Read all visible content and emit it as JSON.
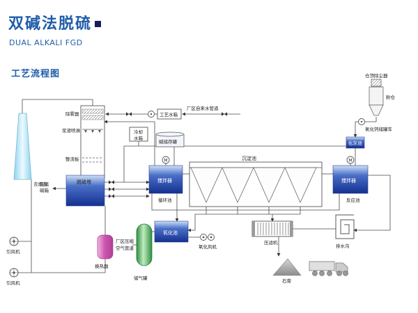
{
  "header": {
    "title": "双碱法脱硫",
    "subtitle": "DUAL ALKALI FGD",
    "section": "工艺流程图"
  },
  "colors": {
    "accent_blue": "#1f5ca9",
    "title_square": "#151d5e",
    "tank_blue_dark": "#14308f",
    "tank_blue_light": "#cfe0f5",
    "chimney_blue": "#8fd4ef",
    "heat_exchanger_pink": "#cf58b0",
    "gas_tank_green": "#2f8f3f",
    "gypsum_gray": "#8c8c8c",
    "pipe_gray": "#4a4a4a"
  },
  "labels": {
    "chimney": "去烟囱",
    "demister": "除雾器",
    "spray": "浆液喷淋",
    "rectifier": "整流板",
    "tower": "脱硫塔",
    "to_alkali_line1": "去储",
    "to_alkali_line2": "碱箱",
    "id_fan1": "引风机",
    "id_fan2": "引风机",
    "heat_exchanger": "换热器",
    "gas_tank": "储气罐",
    "process_water_tank": "工艺水箱",
    "tap_water": "厂区自来水管道",
    "cooling_line1": "冷却",
    "cooling_line2": "水箱",
    "alkali_storage": "碱储存罐",
    "agitator1": "搅拌器",
    "circulation_pool": "循环池",
    "sedimentation_pool": "沉淀池",
    "agitator2": "搅拌器",
    "reaction_pool": "反应池",
    "slaking_pool": "化灰池",
    "silo_dust_collector": "仓顶除尘器",
    "powder_silo": "粉仓",
    "cao_tank_truck": "氧化钙储罐车",
    "oxidation_pool": "氧化池",
    "oxidation_fan": "氧化风机",
    "filter_press": "压滤机",
    "drain_ditch": "排水沟",
    "gypsum": "石膏",
    "compressed_air_line1": "厂区压缩",
    "compressed_air_line2": "空气管道",
    "motor": "M"
  }
}
